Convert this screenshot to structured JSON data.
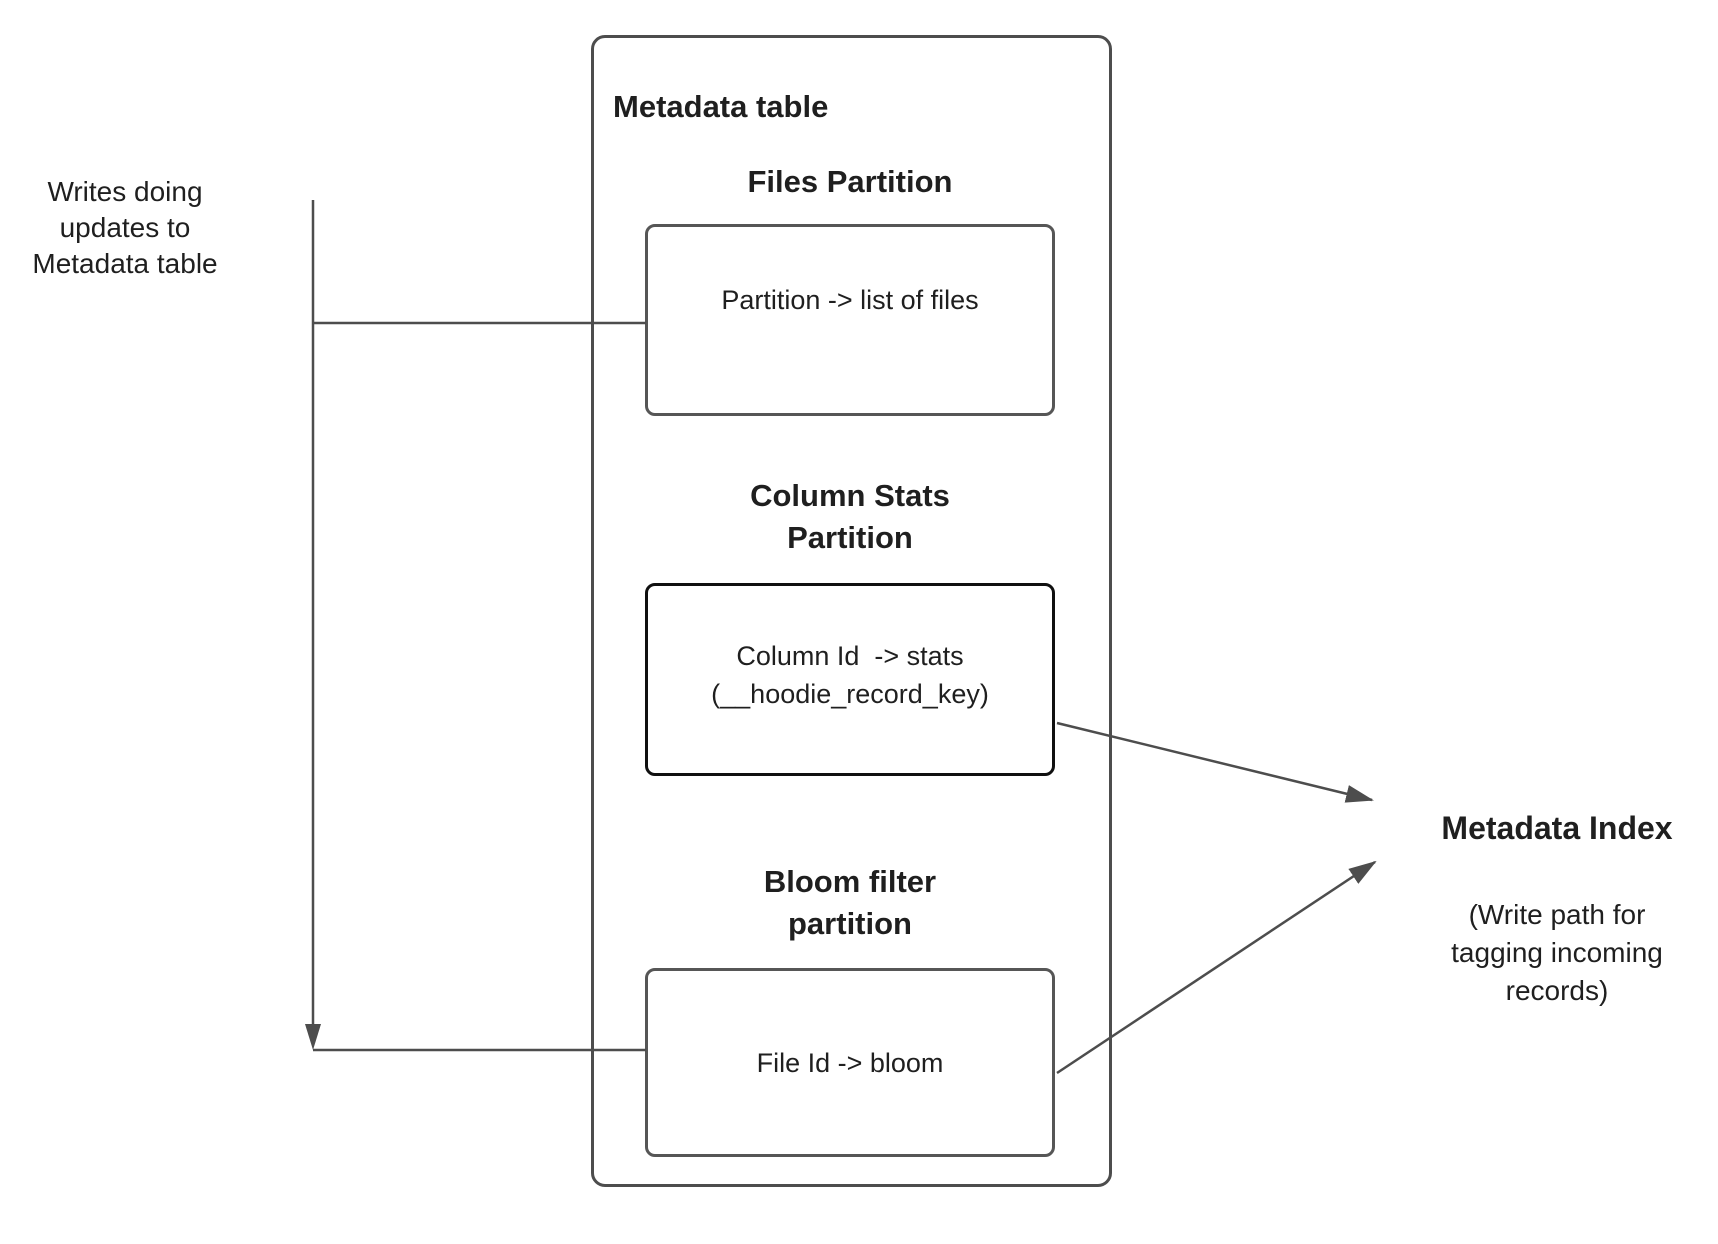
{
  "colors": {
    "background": "#ffffff",
    "line": "#4d4d4d",
    "box_border": "#565656",
    "emphasis_border": "#101010",
    "text": "#1f1f1f"
  },
  "writes_label": {
    "text": "Writes doing\nupdates to\nMetadata table"
  },
  "metadata_table": {
    "title": "Metadata table",
    "files_partition": {
      "heading": "Files Partition",
      "mapping": "Partition -> list of files"
    },
    "column_stats_partition": {
      "heading": "Column Stats\nPartition",
      "mapping": "Column Id  -> stats\n(__hoodie_record_key)"
    },
    "bloom_filter_partition": {
      "heading": "Bloom filter\npartition",
      "mapping": "File Id -> bloom"
    }
  },
  "metadata_index": {
    "title": "Metadata Index",
    "subtitle": "(Write path for\ntagging incoming\nrecords)"
  }
}
